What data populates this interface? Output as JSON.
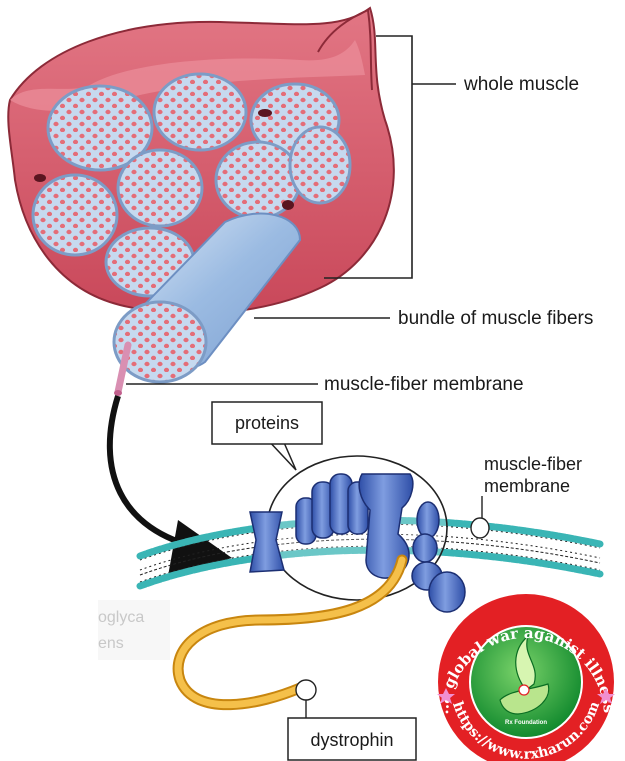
{
  "labels": {
    "whole_muscle": "whole muscle",
    "bundle": "bundle of muscle fibers",
    "membrane_top": "muscle-fiber membrane",
    "proteins": "proteins",
    "membrane_right_1": "muscle-fiber",
    "membrane_right_2": "membrane",
    "dystrophin": "dystrophin",
    "ghost_1": "oglyca",
    "ghost_2": "ens"
  },
  "seal": {
    "ring_text": "\"...a global war aganist illness!\"",
    "url_text": "https://www.rxharun.com",
    "center_text": "Rx Foundation"
  },
  "colors": {
    "muscle": "#d9616f",
    "muscle_dark": "#b23c4b",
    "fascicle": "#a9c6e8",
    "fiber_dot": "#e5707a",
    "membrane": "#3ab5b5",
    "protein": "#4d6fc4",
    "dystrophin": "#f2b73a",
    "seal_red": "#e32024",
    "seal_green": "#1d9a3a"
  }
}
